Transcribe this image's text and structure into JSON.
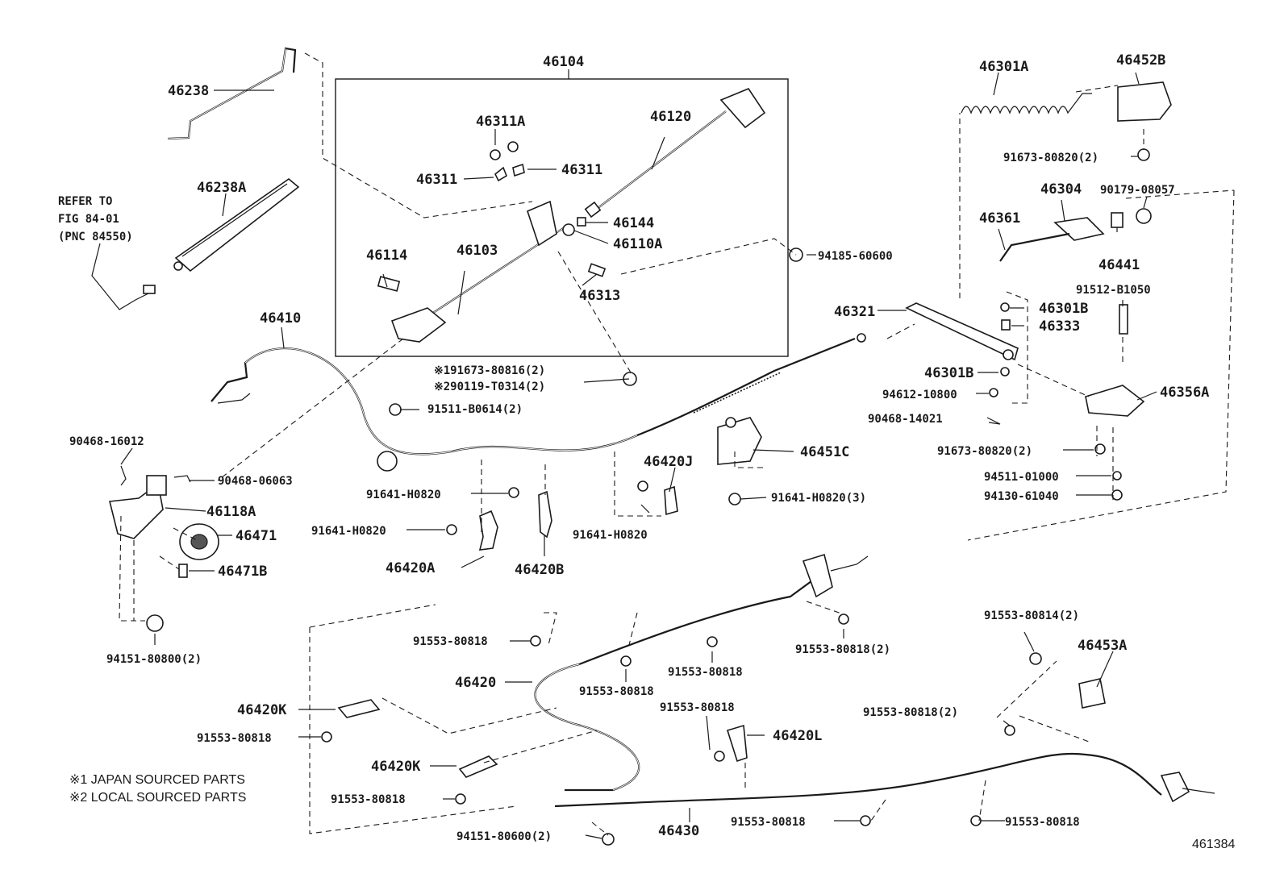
{
  "diagram_id": "461384",
  "footnotes": {
    "note1": "※1 JAPAN SOURCED PARTS",
    "note2": "※2 LOCAL SOURCED PARTS"
  },
  "refer": {
    "line1": "REFER TO",
    "line2": "FIG 84-01",
    "line3": "(PNC 84550)"
  },
  "labels": {
    "p46104": "46104",
    "p46238": "46238",
    "p46238A": "46238A",
    "p46311A": "46311A",
    "p46311_left": "46311",
    "p46311_right": "46311",
    "p46120": "46120",
    "p46144": "46144",
    "p46110A": "46110A",
    "p46114": "46114",
    "p46103": "46103",
    "p46313": "46313",
    "p94185_60600": "94185-60600",
    "p46410": "46410",
    "p91673_80816": "※191673-80816(2)",
    "p90119_T0314": "※290119-T0314(2)",
    "p91511_B0614": "91511-B0614(2)",
    "p90468_16012": "90468-16012",
    "p90468_06063": "90468-06063",
    "p46118A": "46118A",
    "p46471": "46471",
    "p46471B": "46471B",
    "p94151_80800": "94151-80800(2)",
    "p91641_H0820_a": "91641-H0820",
    "p91641_H0820_b": "91641-H0820",
    "p91641_H0820_c": "91641-H0820",
    "p91641_H0820_3": "91641-H0820(3)",
    "p46420A": "46420A",
    "p46420B": "46420B",
    "p46420J": "46420J",
    "p46451C": "46451C",
    "p46301A": "46301A",
    "p46452B": "46452B",
    "p91673_80820_top": "91673-80820(2)",
    "p46304": "46304",
    "p90179_08057": "90179-08057",
    "p46361": "46361",
    "p46441": "46441",
    "p91512_B1050": "91512-B1050",
    "p46321": "46321",
    "p46301B_top": "46301B",
    "p46333": "46333",
    "p46301B_mid": "46301B",
    "p94612_10800": "94612-10800",
    "p90468_14021": "90468-14021",
    "p46356A": "46356A",
    "p91673_80820_bot": "91673-80820(2)",
    "p94511_01000": "94511-01000",
    "p94130_61040": "94130-61040",
    "p91553_80818_a": "91553-80818",
    "p91553_80818_b": "91553-80818",
    "p91553_80818_c": "91553-80818",
    "p91553_80818_2_right": "91553-80818(2)",
    "p91553_80814": "91553-80814(2)",
    "p46453A": "46453A",
    "p46420": "46420",
    "p46420K_top": "46420K",
    "p91553_80818_left1": "91553-80818",
    "p91553_80818_mid": "91553-80818",
    "p46420L": "46420L",
    "p91553_80818_2_lower": "91553-80818(2)",
    "p46420K_bot": "46420K",
    "p91553_80818_left2": "91553-80818",
    "p94151_80600": "94151-80600(2)",
    "p46430": "46430",
    "p91553_80818_bottom1": "91553-80818",
    "p91553_80818_bottom2": "91553-80818"
  }
}
